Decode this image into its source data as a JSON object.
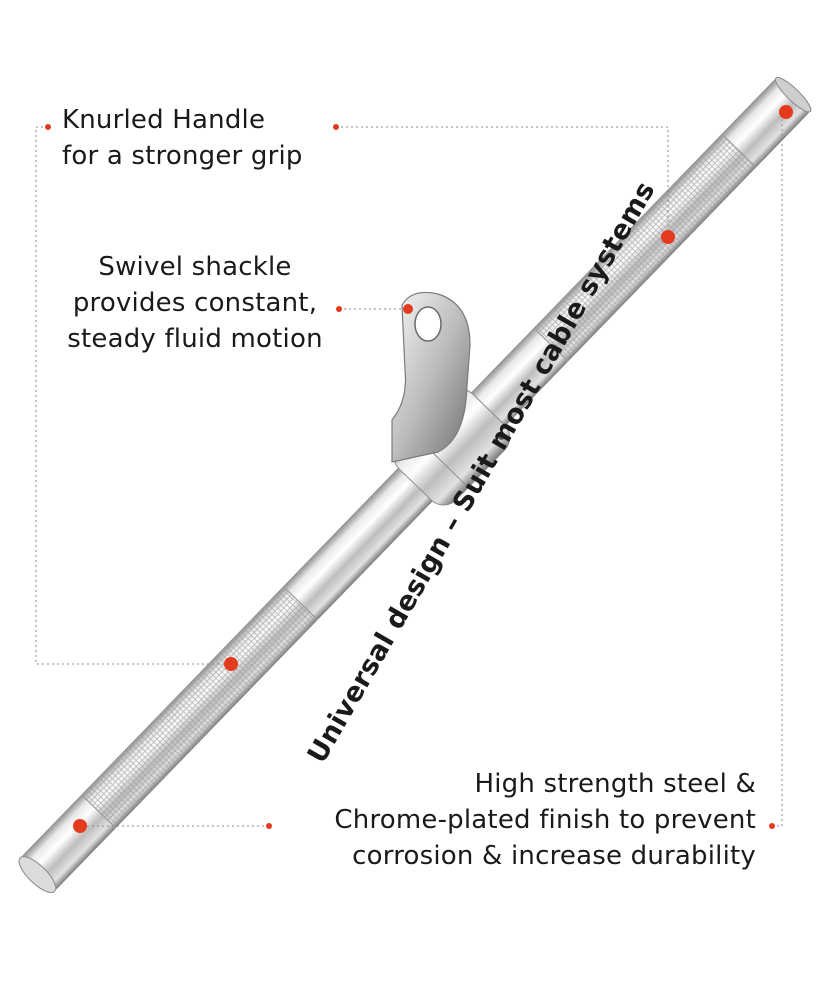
{
  "colors": {
    "callout_dot": "#e53a1e",
    "callout_line": "#8a8a8a",
    "chrome_light": "#f4f4f4",
    "chrome_mid": "#c9c9c9",
    "chrome_dark": "#7d7d7d"
  },
  "callouts": {
    "knurled_handle": {
      "line1": "Knurled Handle",
      "line2": "for a stronger grip"
    },
    "swivel_shackle": {
      "line1": "Swivel shackle",
      "line2": "provides constant,",
      "line3": "steady fluid motion"
    },
    "steel_finish": {
      "line1": "High strength  steel &",
      "line2": "Chrome-plated finish to prevent",
      "line3": "corrosion & increase durability"
    }
  },
  "tagline": "Universal design – Suit most cable systems"
}
